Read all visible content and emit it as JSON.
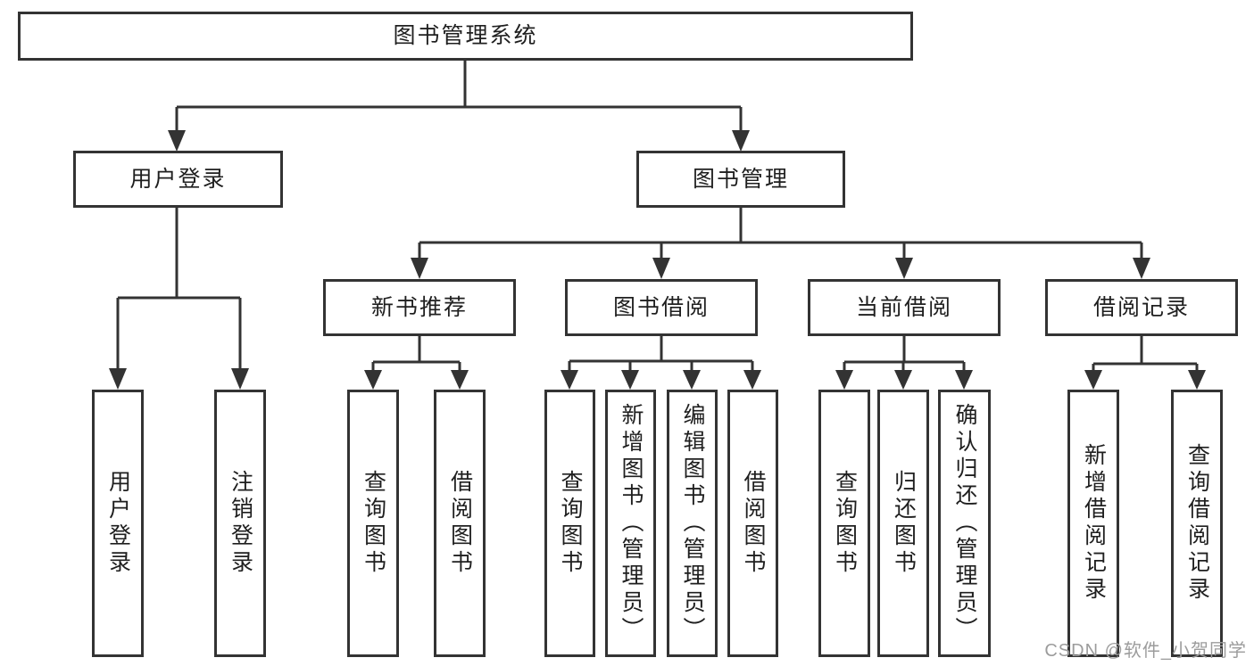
{
  "colors": {
    "line": "#333333",
    "box_border": "#333333",
    "text": "#1f1f1f",
    "watermark": "#9c9c9c",
    "background": "#ffffff"
  },
  "tree": {
    "root": {
      "label": "图书管理系统"
    },
    "user_login": {
      "label": "用户登录",
      "children": [
        {
          "label": "用户登录"
        },
        {
          "label": "注销登录"
        }
      ]
    },
    "book_management": {
      "label": "图书管理",
      "sections": {
        "new_book": {
          "label": "新书推荐",
          "children": [
            {
              "label": "查询图书"
            },
            {
              "label": "借阅图书"
            }
          ]
        },
        "book_borrow": {
          "label": "图书借阅",
          "children": [
            {
              "label": "查询图书"
            },
            {
              "label": "新增图书（管理员）"
            },
            {
              "label": "编辑图书（管理员）"
            },
            {
              "label": "借阅图书"
            }
          ]
        },
        "current_borrow": {
          "label": "当前借阅",
          "children": [
            {
              "label": "查询图书"
            },
            {
              "label": "归还图书"
            },
            {
              "label": "确认归还（管理员）"
            }
          ]
        },
        "borrow_records": {
          "label": "借阅记录",
          "children": [
            {
              "label": "新增借阅记录"
            },
            {
              "label": "查询借阅记录"
            }
          ]
        }
      }
    }
  },
  "watermark": "CSDN @软件_小贺同学"
}
